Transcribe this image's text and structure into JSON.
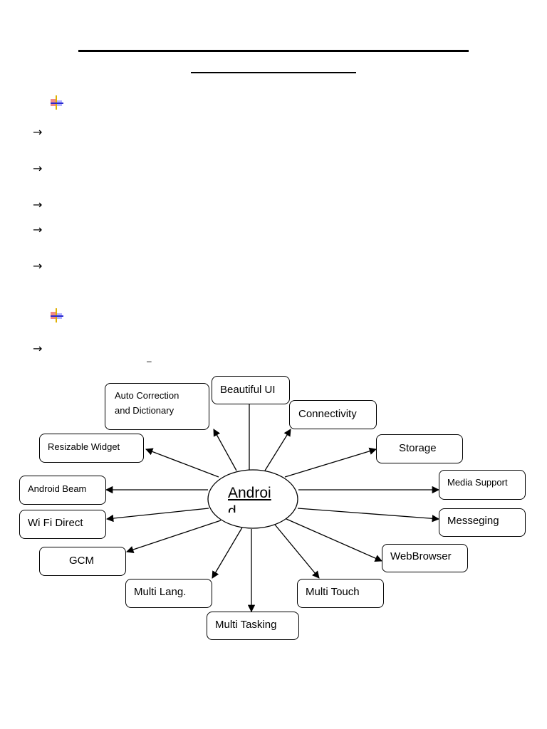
{
  "diagram": {
    "center": "Android",
    "nodes": [
      {
        "id": "beautiful-ui",
        "label": "Beautiful UI"
      },
      {
        "id": "auto-correction",
        "label": "Auto Correction and Dictionary",
        "lines": [
          "Auto Correction",
          "and Dictionary"
        ]
      },
      {
        "id": "connectivity",
        "label": "Connectivity"
      },
      {
        "id": "resizable-widget",
        "label": "Resizable Widget"
      },
      {
        "id": "storage",
        "label": "Storage"
      },
      {
        "id": "android-beam",
        "label": "Android Beam"
      },
      {
        "id": "media-support",
        "label": "Media Support"
      },
      {
        "id": "wifi-direct",
        "label": "Wi Fi Direct"
      },
      {
        "id": "messeging",
        "label": "Messeging"
      },
      {
        "id": "gcm",
        "label": "GCM"
      },
      {
        "id": "webbrowser",
        "label": "WebBrowser"
      },
      {
        "id": "multi-lang",
        "label": "Multi Lang."
      },
      {
        "id": "multi-touch",
        "label": "Multi Touch"
      },
      {
        "id": "multi-tasking",
        "label": "Multi Tasking"
      }
    ]
  },
  "document": {
    "bullet_arrow": "→",
    "dash": "–"
  }
}
